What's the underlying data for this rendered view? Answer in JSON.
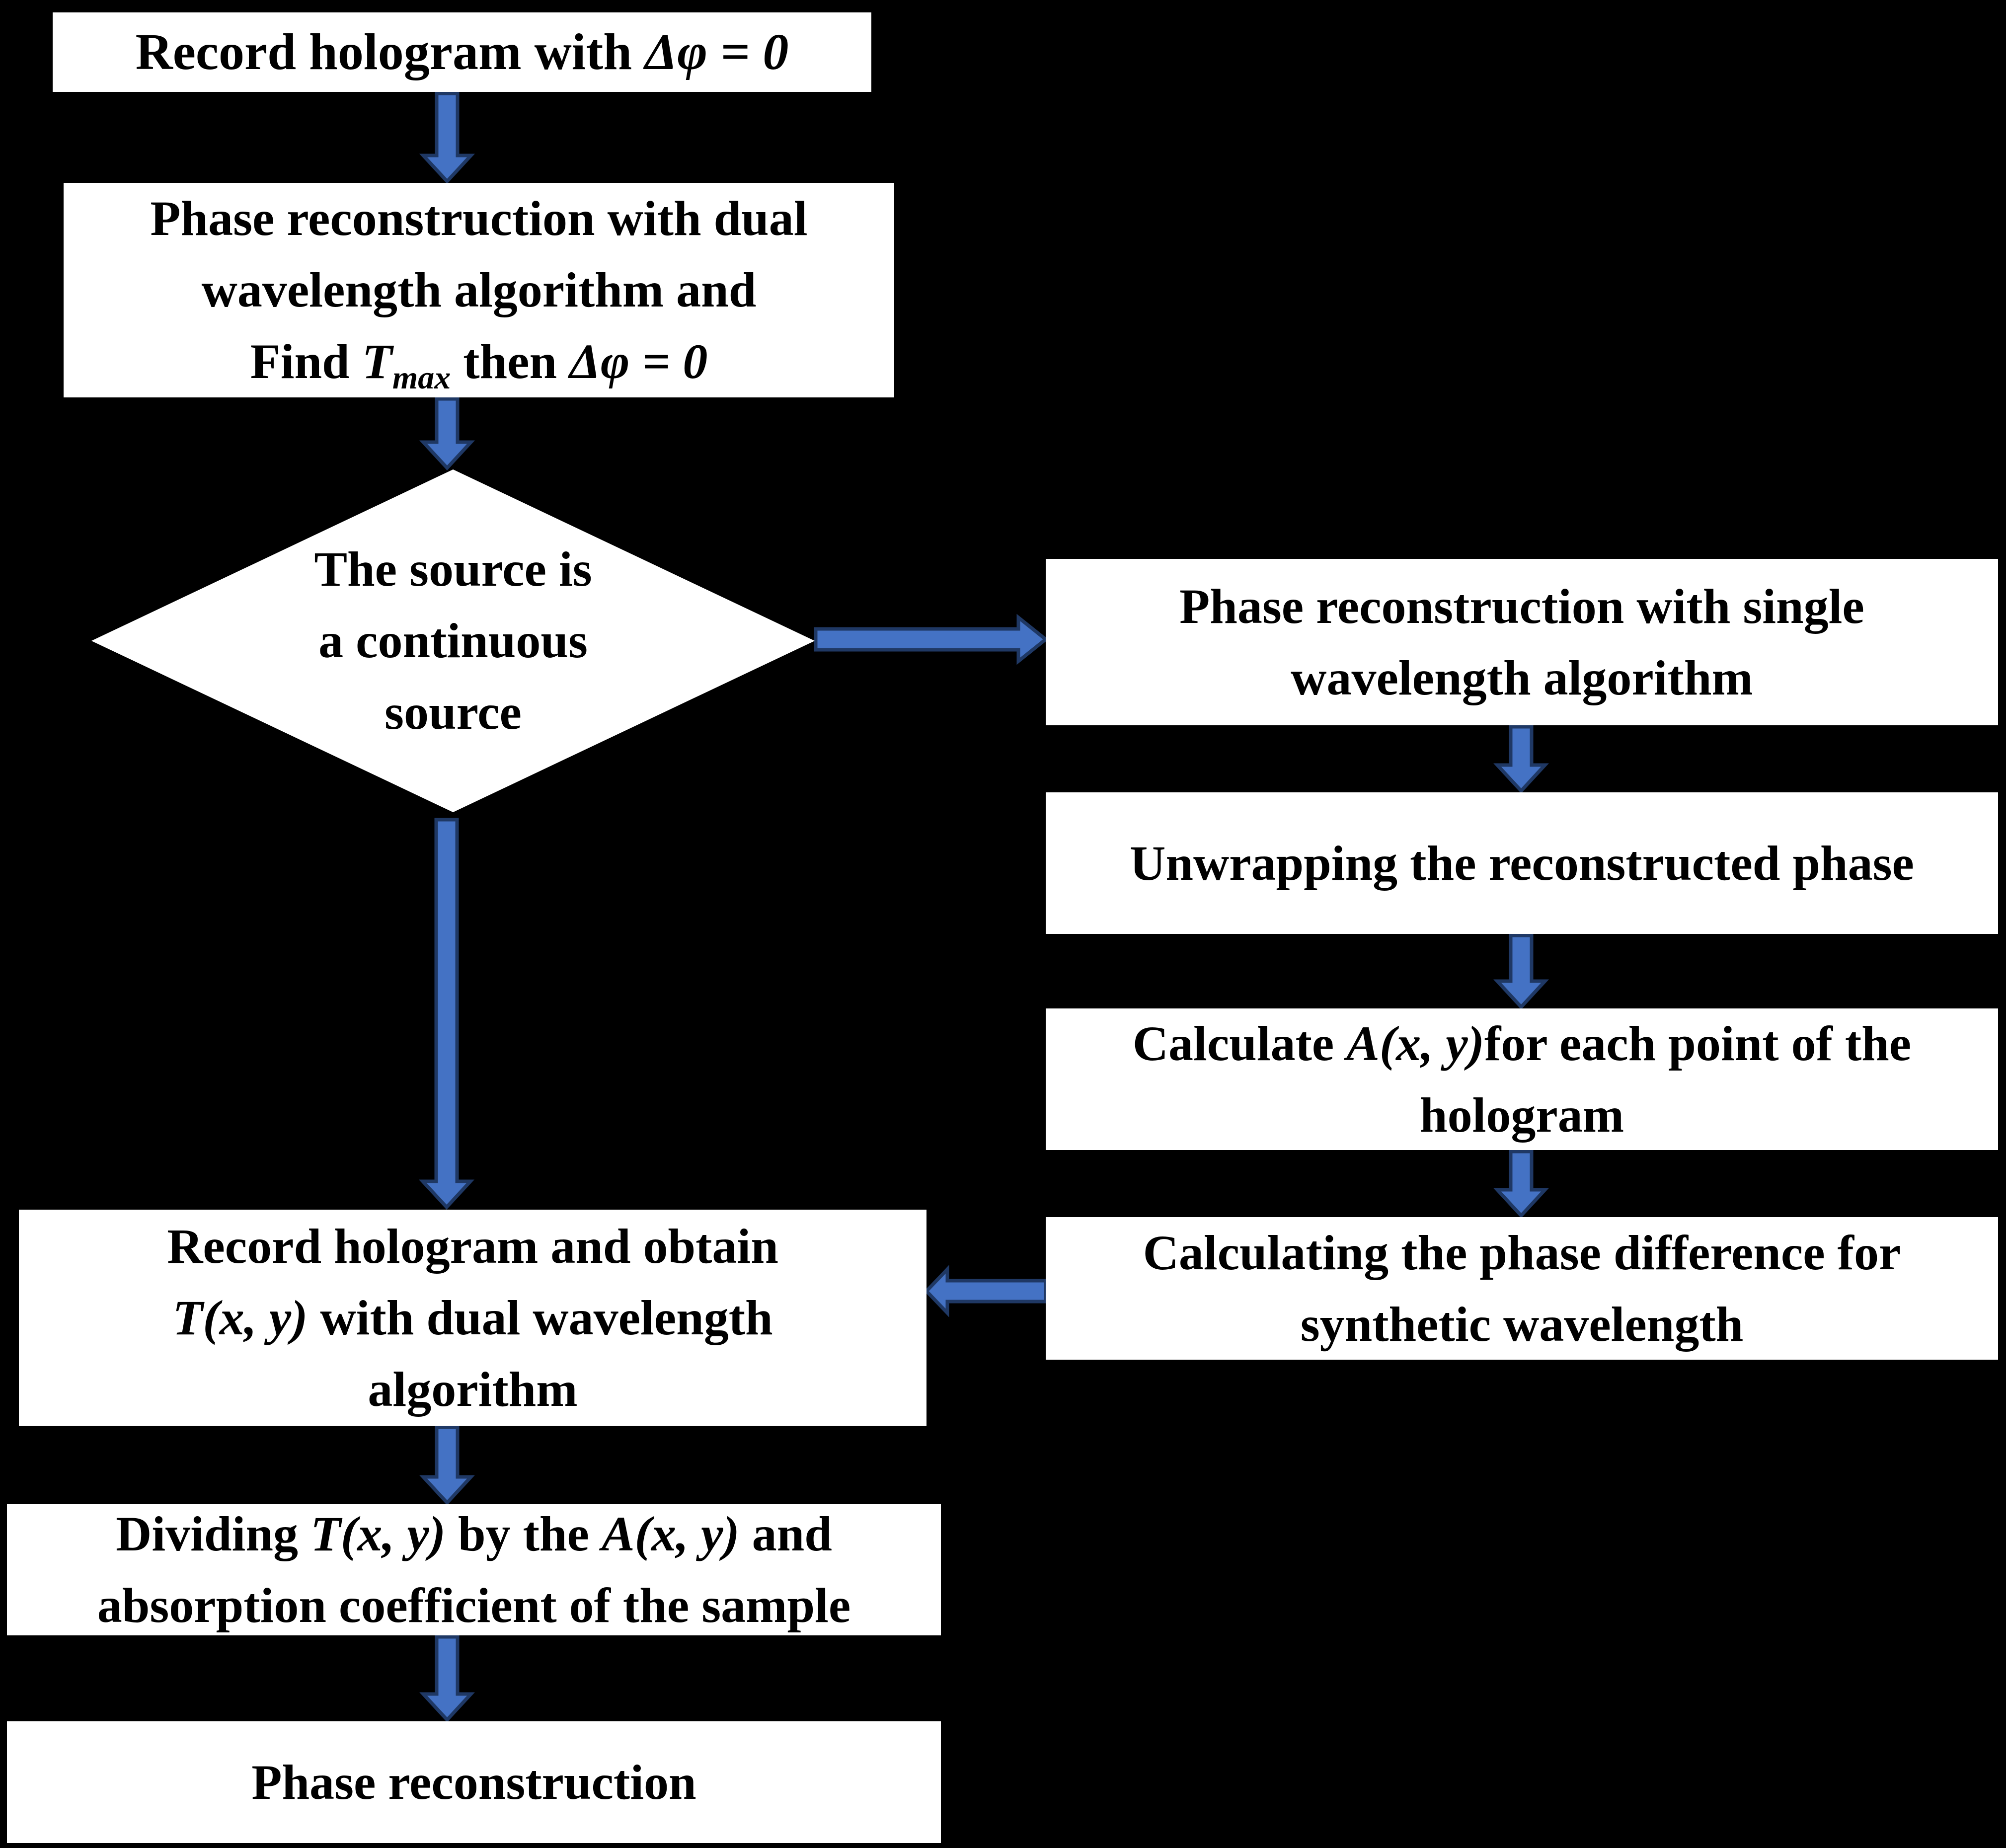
{
  "colors": {
    "background": "#000000",
    "box_fill": "#ffffff",
    "text": "#000000",
    "arrow_fill": "#4472c4",
    "arrow_outline": "#1f3864"
  },
  "flowchart": {
    "record_hologram": {
      "text": "Record hologram with ",
      "math": "Δφ = 0"
    },
    "phase_dual": {
      "line1": "Phase reconstruction with dual",
      "line2": "wavelength algorithm and",
      "find": "Find ",
      "t_var": "T",
      "t_sub": "max",
      "then": " then ",
      "math": "Δφ = 0"
    },
    "decision": {
      "line1": "The source is",
      "line2": "a continuous",
      "line3": "source"
    },
    "phase_single": {
      "line1": "Phase reconstruction with single",
      "line2": "wavelength algorithm"
    },
    "unwrapping": {
      "line1": "Unwrapping the reconstructed phase"
    },
    "calculate_a": {
      "pre": "Calculate ",
      "math": "A(x, y)",
      "post": "for each point of the",
      "line2": "hologram"
    },
    "phase_difference": {
      "line1": "Calculating the phase difference for",
      "line2": "synthetic wavelength"
    },
    "record_obtain": {
      "line1": "Record hologram and obtain",
      "math": "T(x, y)",
      "line2_rest": " with dual wavelength",
      "line3": "algorithm"
    },
    "dividing": {
      "pre": "Dividing ",
      "math1": "T(x, y)",
      "mid": " by the ",
      "math2": "A(x, y)",
      "post": " and",
      "line2": "absorption coefficient of the sample"
    },
    "phase_reconstruction": {
      "line1": "Phase reconstruction"
    }
  }
}
